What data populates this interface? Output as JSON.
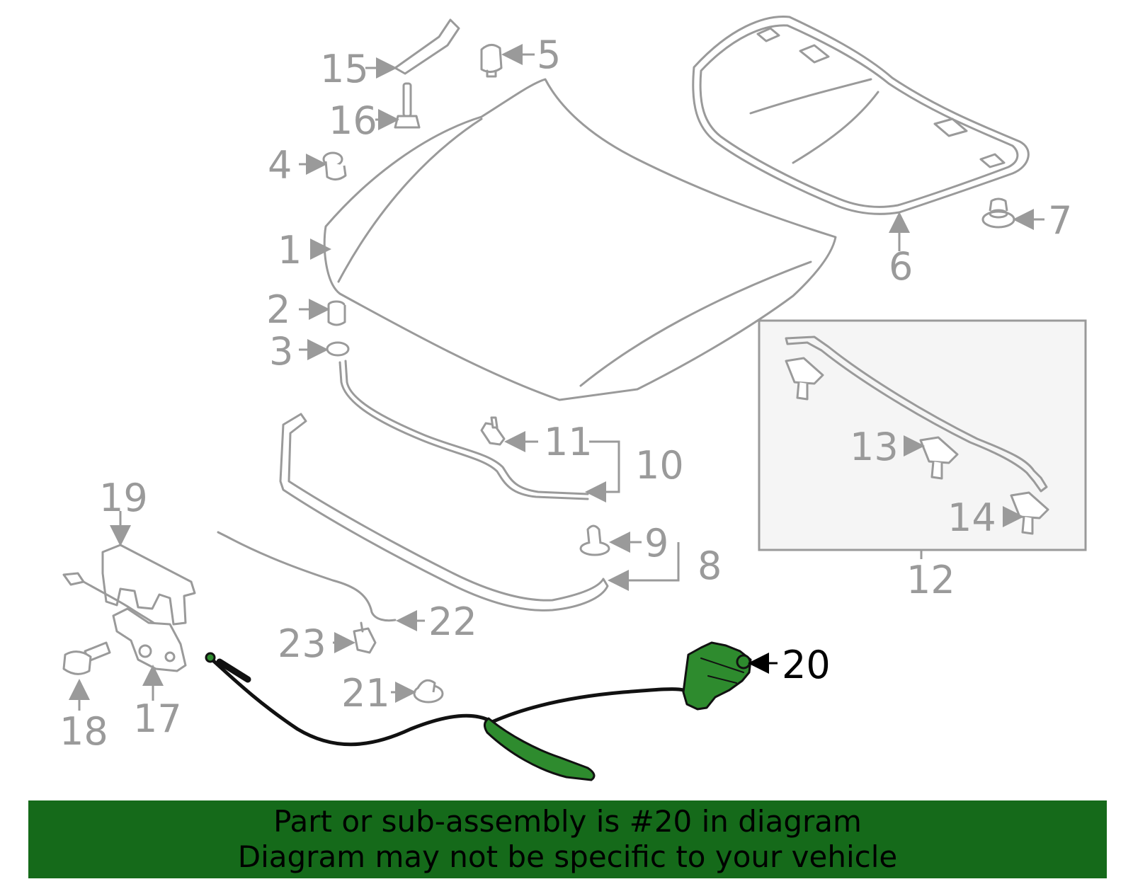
{
  "colors": {
    "part_stroke": "#9a9a9a",
    "highlight_part": "#2e8b2e",
    "highlight_outline": "#111111",
    "banner_background": "#156a1a",
    "inset_background": "#f5f5f5",
    "label_default": "#9a9a9a",
    "label_highlight": "#000000"
  },
  "callouts": {
    "c1": "1",
    "c2": "2",
    "c3": "3",
    "c4": "4",
    "c5": "5",
    "c6": "6",
    "c7": "7",
    "c8": "8",
    "c9": "9",
    "c10": "10",
    "c11": "11",
    "c12": "12",
    "c13": "13",
    "c14": "14",
    "c15": "15",
    "c16": "16",
    "c17": "17",
    "c18": "18",
    "c19": "19",
    "c20": "20",
    "c21": "21",
    "c22": "22",
    "c23": "23"
  },
  "highlighted_part": "20",
  "banner": {
    "line1": "Part or sub-assembly is #20 in diagram",
    "line2": "Diagram may not be specific to your vehicle"
  }
}
